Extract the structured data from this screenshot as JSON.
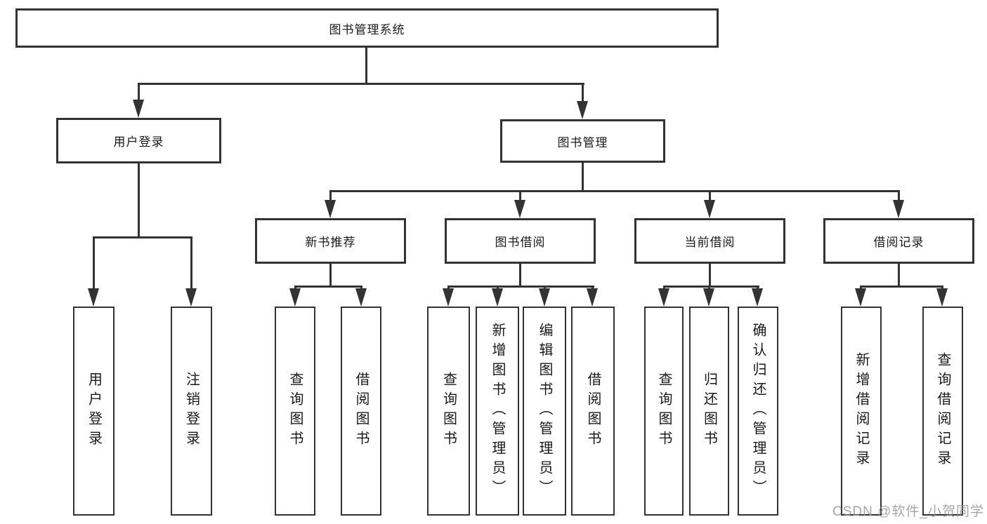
{
  "diagram": {
    "root": {
      "label": "图书管理系统"
    },
    "branches": [
      {
        "label": "用户登录"
      },
      {
        "label": "图书管理"
      }
    ],
    "sections": [
      {
        "label": "新书推荐"
      },
      {
        "label": "图书借阅"
      },
      {
        "label": "当前借阅"
      },
      {
        "label": "借阅记录"
      }
    ],
    "leaves": [
      {
        "label": "用户登录"
      },
      {
        "label": "注销登录"
      },
      {
        "label": "查询图书"
      },
      {
        "label": "借阅图书"
      },
      {
        "label": "查询图书"
      },
      {
        "label": "新增图书（管理员）"
      },
      {
        "label": "编辑图书（管理员）"
      },
      {
        "label": "借阅图书"
      },
      {
        "label": "查询图书"
      },
      {
        "label": "归还图书"
      },
      {
        "label": "确认归还（管理员）"
      },
      {
        "label": "新增借阅记录"
      },
      {
        "label": "查询借阅记录"
      }
    ]
  },
  "watermark": {
    "text": "CSDN @软件_小贺同学"
  },
  "colors": {
    "line": "#333333",
    "text": "#1a1a1a",
    "watermark": "#969696",
    "background": "#ffffff"
  }
}
